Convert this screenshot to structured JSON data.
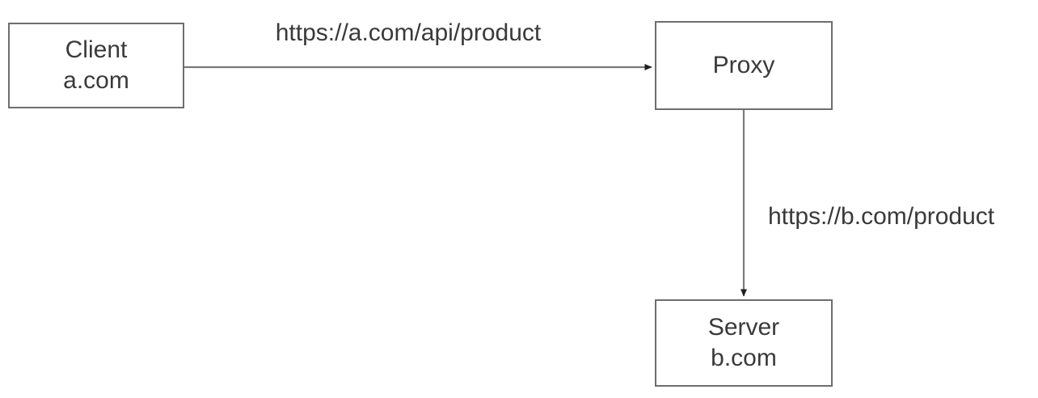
{
  "diagram": {
    "title": "proxy-request-flow",
    "nodes": {
      "client": {
        "line1": "Client",
        "line2": "a.com"
      },
      "proxy": {
        "label": "Proxy"
      },
      "server": {
        "line1": "Server",
        "line2": "b.com"
      }
    },
    "edges": {
      "client_to_proxy": {
        "label": "https://a.com/api/product",
        "from": "client",
        "to": "proxy",
        "direction": "right"
      },
      "proxy_to_server": {
        "label": "https://b.com/product",
        "from": "proxy",
        "to": "server",
        "direction": "down"
      }
    },
    "colors": {
      "background": "#ffffff",
      "node_border": "#6e6e6e",
      "edge_line": "#7a7a7a",
      "arrowhead": "#1f1f1f",
      "text": "#3a3a3a"
    }
  }
}
